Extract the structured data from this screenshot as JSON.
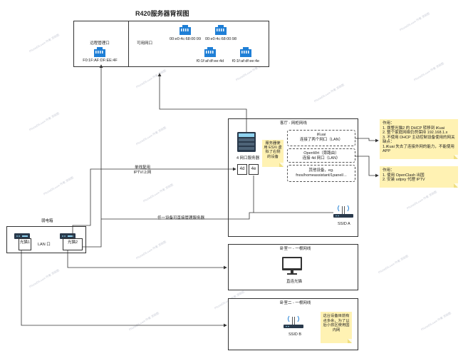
{
  "title": "R420服务器背视图",
  "server_rear": {
    "mgmt_label": "远程管理口",
    "mgmt_mac": "F0:1F:AF:DF:EE:4F",
    "avail_label": "可用网口",
    "ports": [
      {
        "mac": "00:e0:4c:68:00:99"
      },
      {
        "mac": "00:e0:4c:68:00:98"
      },
      {
        "mac": "f0:1f:af:df:ee:4d"
      },
      {
        "mac": "f0:1f:af:df:ee:4e"
      }
    ]
  },
  "living_room": {
    "title": "客厅 - 网柜网线",
    "server_label": "4 网口服务器",
    "server_note": "服务器使用 ESXi 虚拟了右侧的设备",
    "port_4d": "4d",
    "port_4e": "4e",
    "vm1_line1": "iKuai",
    "vm1_line2": "连接了两个网口（LAN）",
    "vm2_line1": "OpenWrt（旁路由）",
    "vm2_line2": "连接 4d 网口（LAN）",
    "vm3_line1": "其他设备，eg.",
    "vm3_line2": "fnos/homeassistant/1panel/...",
    "ssid_a": "SSID A"
  },
  "note_right_top": {
    "lines": [
      "作用：",
      "1. 拨整光猫2 的 DHCP 转移到 iKuai",
      "2. 整个家庭网络仍然保持 192.168.1.x",
      "3. 不使用 DHCP 主动控制设备使用的网关",
      "缺点：",
      "1.iKuai 失去了连接外网的能力，不能使用",
      "APP"
    ]
  },
  "note_right_bottom": {
    "lines": [
      "作用：",
      "1. 使用 OpenClash 出国",
      "2. 安装 udpxy 代理 IPTV"
    ]
  },
  "weak_box": {
    "title": "弱电箱",
    "modem1": "光猫1",
    "modem2": "光猫2",
    "lan": "LAN 口"
  },
  "labels": {
    "iptv_line1": "单线复用",
    "iptv_line2": "IPTV/上网",
    "any_device": "任一设备可直接管理服务器"
  },
  "bedroom1": {
    "title": "卧室一 - 一根网线",
    "device_label": "直连光猫"
  },
  "bedroom2": {
    "title": "卧室二 - 一根网线",
    "ssid_b": "SSID B",
    "note": "这台设备目前有点多余，为了以后小孩区使用国内网"
  },
  "watermark": "PhoneDS.com 作者 灵纲胜",
  "colors": {
    "accent": "#1f7fd6",
    "note": "#fff2b3",
    "line": "#333333"
  }
}
